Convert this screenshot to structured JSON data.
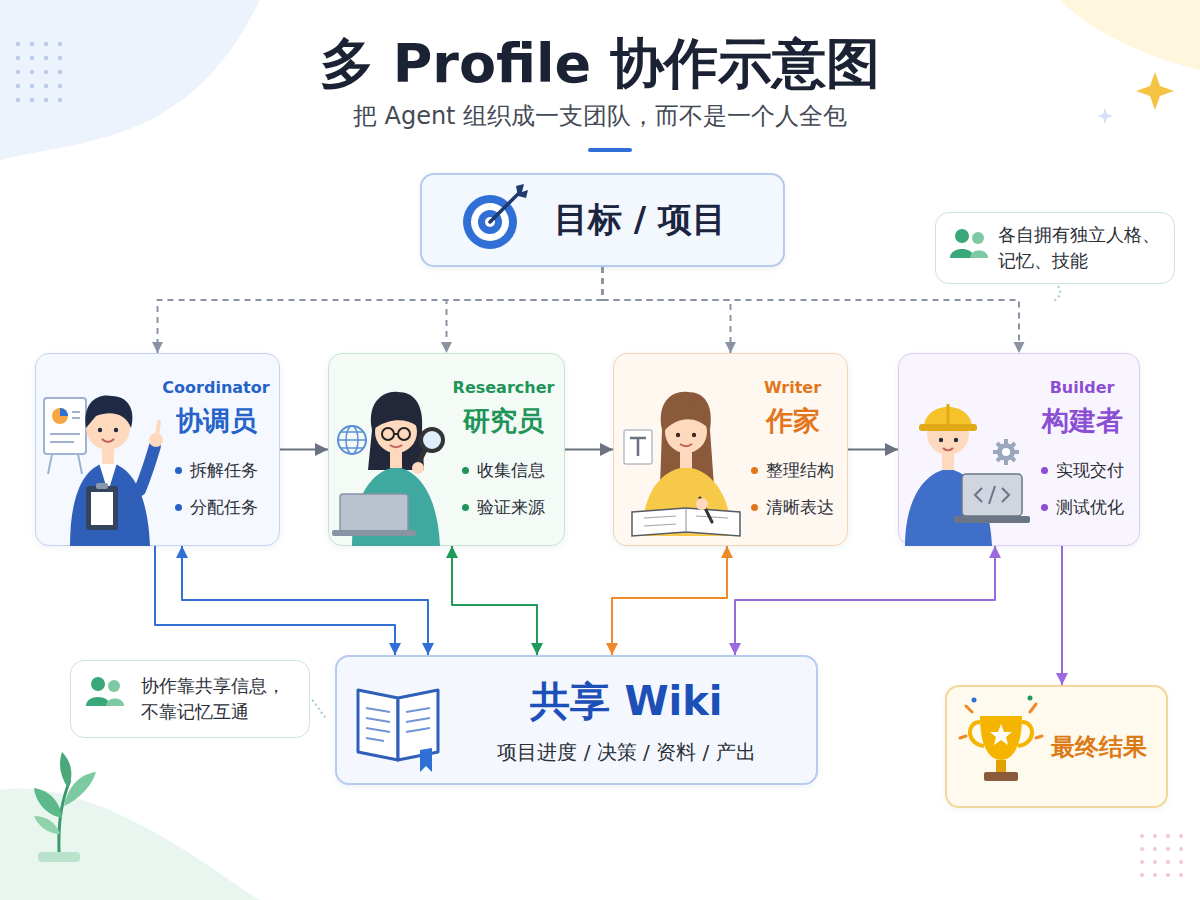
{
  "diagram": {
    "title": "多 Profile 协作示意图",
    "caption": "把 Agent 组织成一支团队，而不是一个人全包",
    "nodes": [
      {
        "text": [
          "目标 / 项目"
        ]
      },
      {
        "text": [
          "各自拥有独立人格、 记忆、技能"
        ]
      },
      {
        "text": [
          "Coordinator",
          "协调员",
          "拆解任务",
          "分配任务"
        ]
      },
      {
        "text": [
          "Researcher",
          "研究员",
          "收集信息",
          "验证来源"
        ]
      },
      {
        "text": [
          "Writer",
          "作家",
          "整理结构",
          "清晰表达"
        ]
      },
      {
        "text": [
          "Builder",
          "构建者",
          "实现交付",
          "测试优化"
        ]
      },
      {
        "text": [
          "协作靠共享信息， 不靠记忆互通"
        ]
      },
      {
        "text": [
          "共享 Wiki",
          "项目进度 / 决策 / 资料 / 产出"
        ]
      },
      {
        "text": [
          "最终结果"
        ]
      }
    ],
    "edges": [
      {
        "from": 0,
        "to": 2,
        "arrow": "to"
      },
      {
        "from": 0,
        "to": 3,
        "arrow": "to"
      },
      {
        "from": 0,
        "to": 4,
        "arrow": "to"
      },
      {
        "from": 0,
        "to": 5,
        "arrow": "to"
      },
      {
        "from": 2,
        "to": 3,
        "arrow": "to"
      },
      {
        "from": 3,
        "to": 4,
        "arrow": "to"
      },
      {
        "from": 4,
        "to": 5,
        "arrow": "to"
      },
      {
        "from": 2,
        "to": 7,
        "arrow": "to"
      },
      {
        "from": 2,
        "to": 7,
        "arrow": "both"
      },
      {
        "from": 3,
        "to": 7,
        "arrow": "both"
      },
      {
        "from": 4,
        "to": 7,
        "arrow": "both"
      },
      {
        "from": 5,
        "to": 7,
        "arrow": "both"
      },
      {
        "from": 5,
        "to": 8,
        "arrow": "to"
      }
    ]
  }
}
